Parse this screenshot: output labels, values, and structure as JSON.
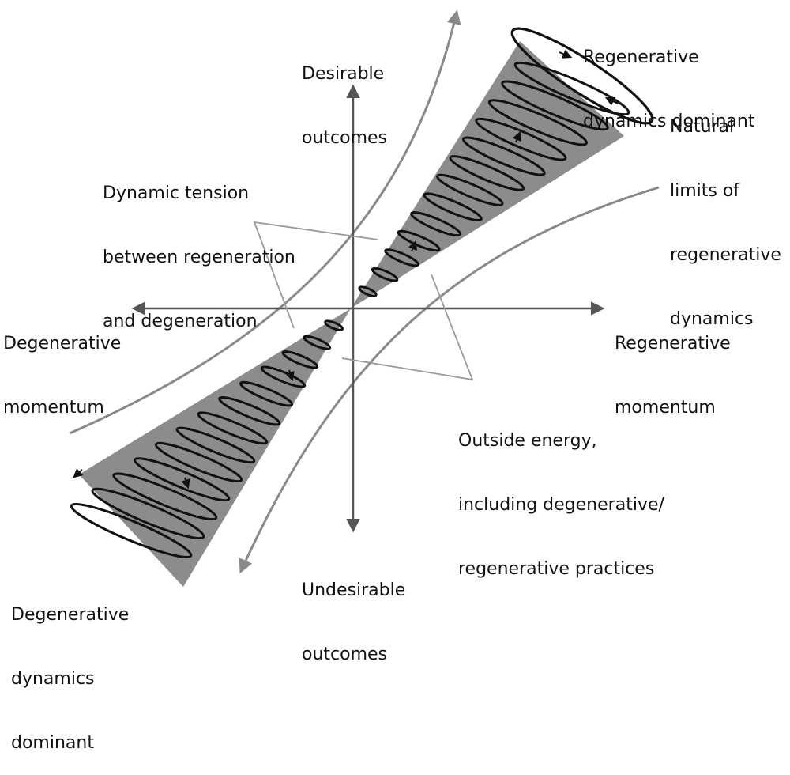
{
  "labels": {
    "desirable": [
      "Desirable",
      "outcomes"
    ],
    "undesirable": [
      "Undesirable",
      "outcomes"
    ],
    "degen_momentum": [
      "Degenerative",
      "momentum"
    ],
    "regen_momentum": [
      "Regenerative",
      "momentum"
    ],
    "regen_dominant": [
      "Regenerative",
      "dynamics dominant"
    ],
    "natural_limits": [
      "Natural",
      "limits of",
      "regenerative",
      "dynamics"
    ],
    "tension": [
      "Dynamic tension",
      "between regeneration",
      "and degeneration"
    ],
    "outside_energy": [
      "Outside energy,",
      "including degenerative/",
      "regenerative practices"
    ],
    "degen_dominant": [
      "Degenerative",
      "dynamics",
      "dominant"
    ]
  },
  "colors": {
    "cone": "#8c8c8c",
    "spiral": "#111111",
    "axis": "#555555",
    "curve": "#8a8a8a",
    "pointer": "#999999",
    "text": "#111111"
  }
}
